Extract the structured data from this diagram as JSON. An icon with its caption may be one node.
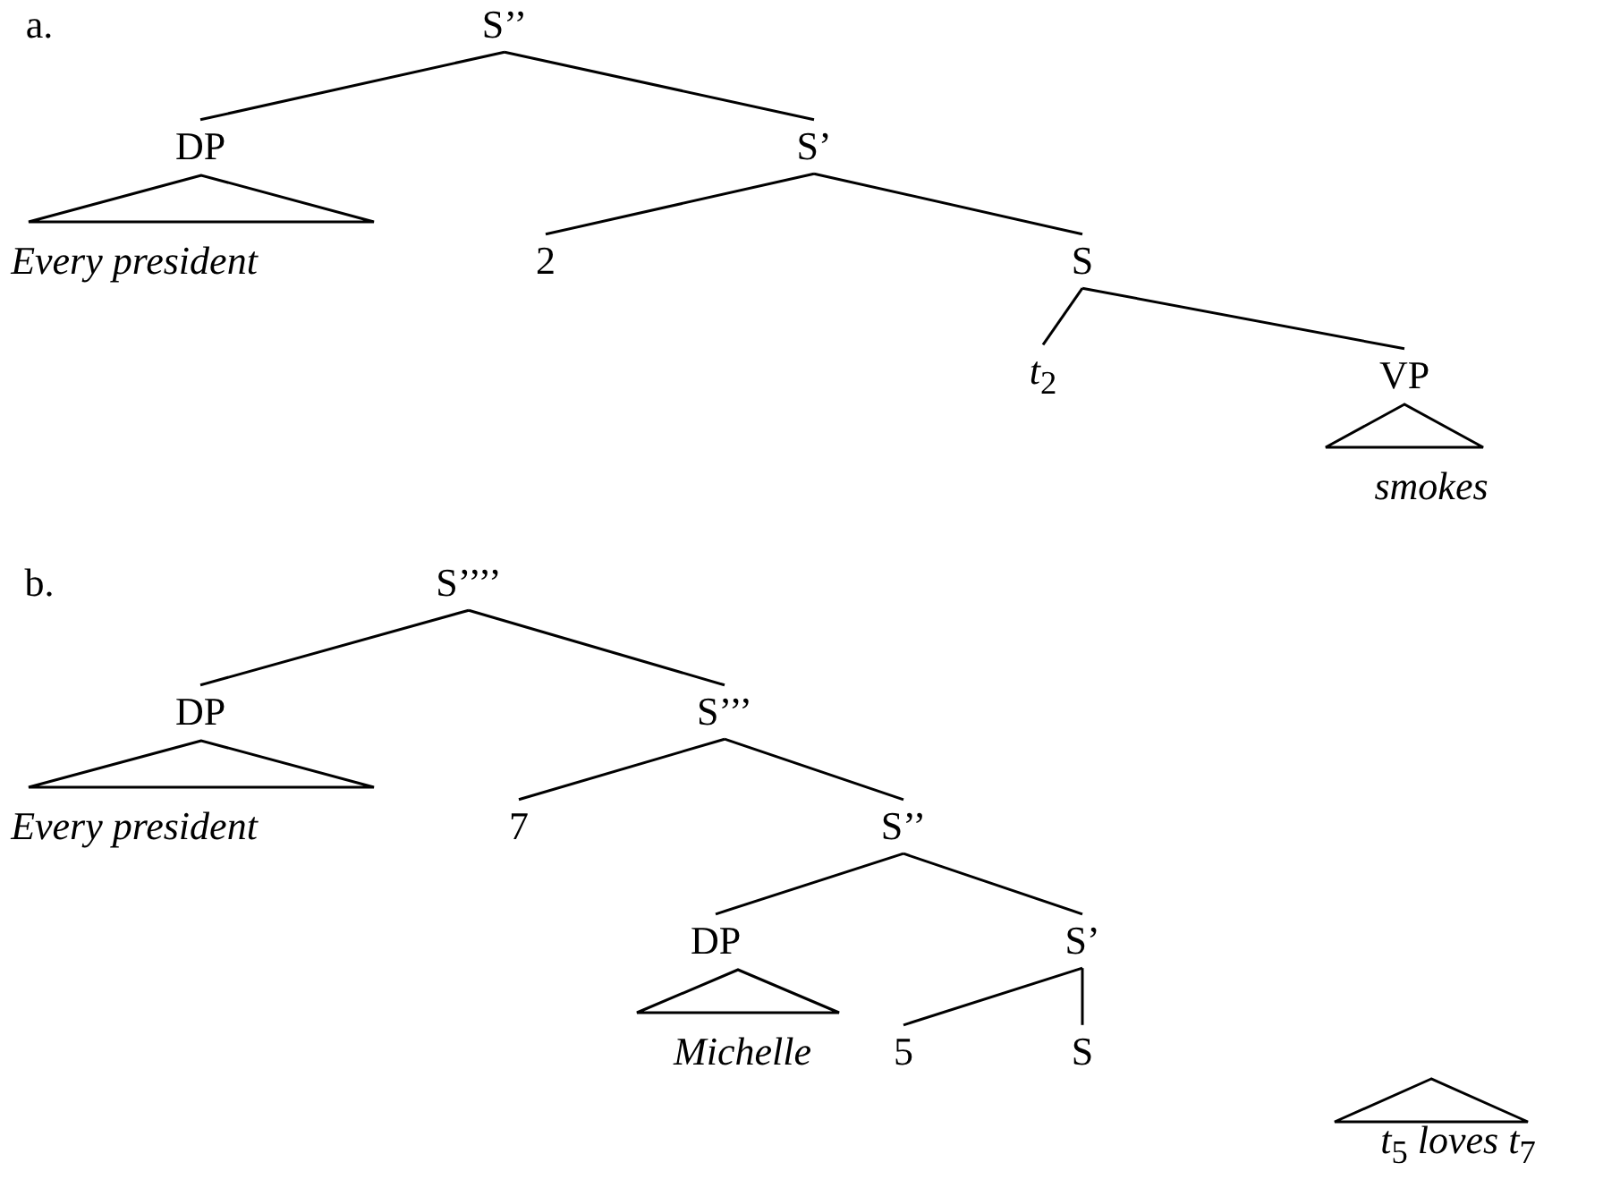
{
  "diagram": {
    "nodes": [
      {
        "text": [
          "S’’"
        ]
      },
      {
        "text": [
          "DP"
        ]
      },
      {
        "text": [
          "S’"
        ]
      },
      {
        "text": [],
        "shape": "triangle"
      },
      {
        "text": [
          "Every president"
        ]
      },
      {
        "text": [
          "2"
        ]
      },
      {
        "text": [
          "S"
        ]
      },
      {
        "text": [
          "*t*$_{2}$"
        ]
      },
      {
        "text": [
          "VP"
        ]
      },
      {
        "text": [],
        "shape": "triangle"
      },
      {
        "text": [
          "smokes"
        ]
      },
      {
        "text": [
          "S’’’’"
        ]
      },
      {
        "text": [
          "DP"
        ]
      },
      {
        "text": [
          "S’’’"
        ]
      },
      {
        "text": [],
        "shape": "triangle"
      },
      {
        "text": [
          "Every president"
        ]
      },
      {
        "text": [
          "7"
        ]
      },
      {
        "text": [
          "S’’"
        ]
      },
      {
        "text": [
          "DP"
        ]
      },
      {
        "text": [
          "S’"
        ]
      },
      {
        "text": [],
        "shape": "triangle"
      },
      {
        "text": [
          "Michelle"
        ]
      },
      {
        "text": [
          "5"
        ]
      },
      {
        "text": [
          "S"
        ]
      },
      {
        "text": [],
        "shape": "triangle"
      },
      {
        "text": [
          "*t*$_{5}$ *loves t*$_{7}$"
        ]
      }
    ],
    "edges": [
      {
        "from": 0,
        "to": 1,
        "arrow": "none"
      },
      {
        "from": 0,
        "to": 2,
        "arrow": "none"
      },
      {
        "from": 2,
        "to": 5,
        "arrow": "none"
      },
      {
        "from": 2,
        "to": 6,
        "arrow": "none"
      },
      {
        "from": 6,
        "to": 7,
        "arrow": "none"
      },
      {
        "from": 6,
        "to": 8,
        "arrow": "none"
      },
      {
        "from": 11,
        "to": 12,
        "arrow": "none"
      },
      {
        "from": 11,
        "to": 13,
        "arrow": "none"
      },
      {
        "from": 13,
        "to": 16,
        "arrow": "none"
      },
      {
        "from": 13,
        "to": 17,
        "arrow": "none"
      },
      {
        "from": 17,
        "to": 18,
        "arrow": "none"
      },
      {
        "from": 17,
        "to": 19,
        "arrow": "none"
      },
      {
        "from": 19,
        "to": 22,
        "arrow": "none"
      },
      {
        "from": 19,
        "to": 23,
        "arrow": "none"
      }
    ],
    "labels": [
      "a.",
      "b."
    ]
  }
}
